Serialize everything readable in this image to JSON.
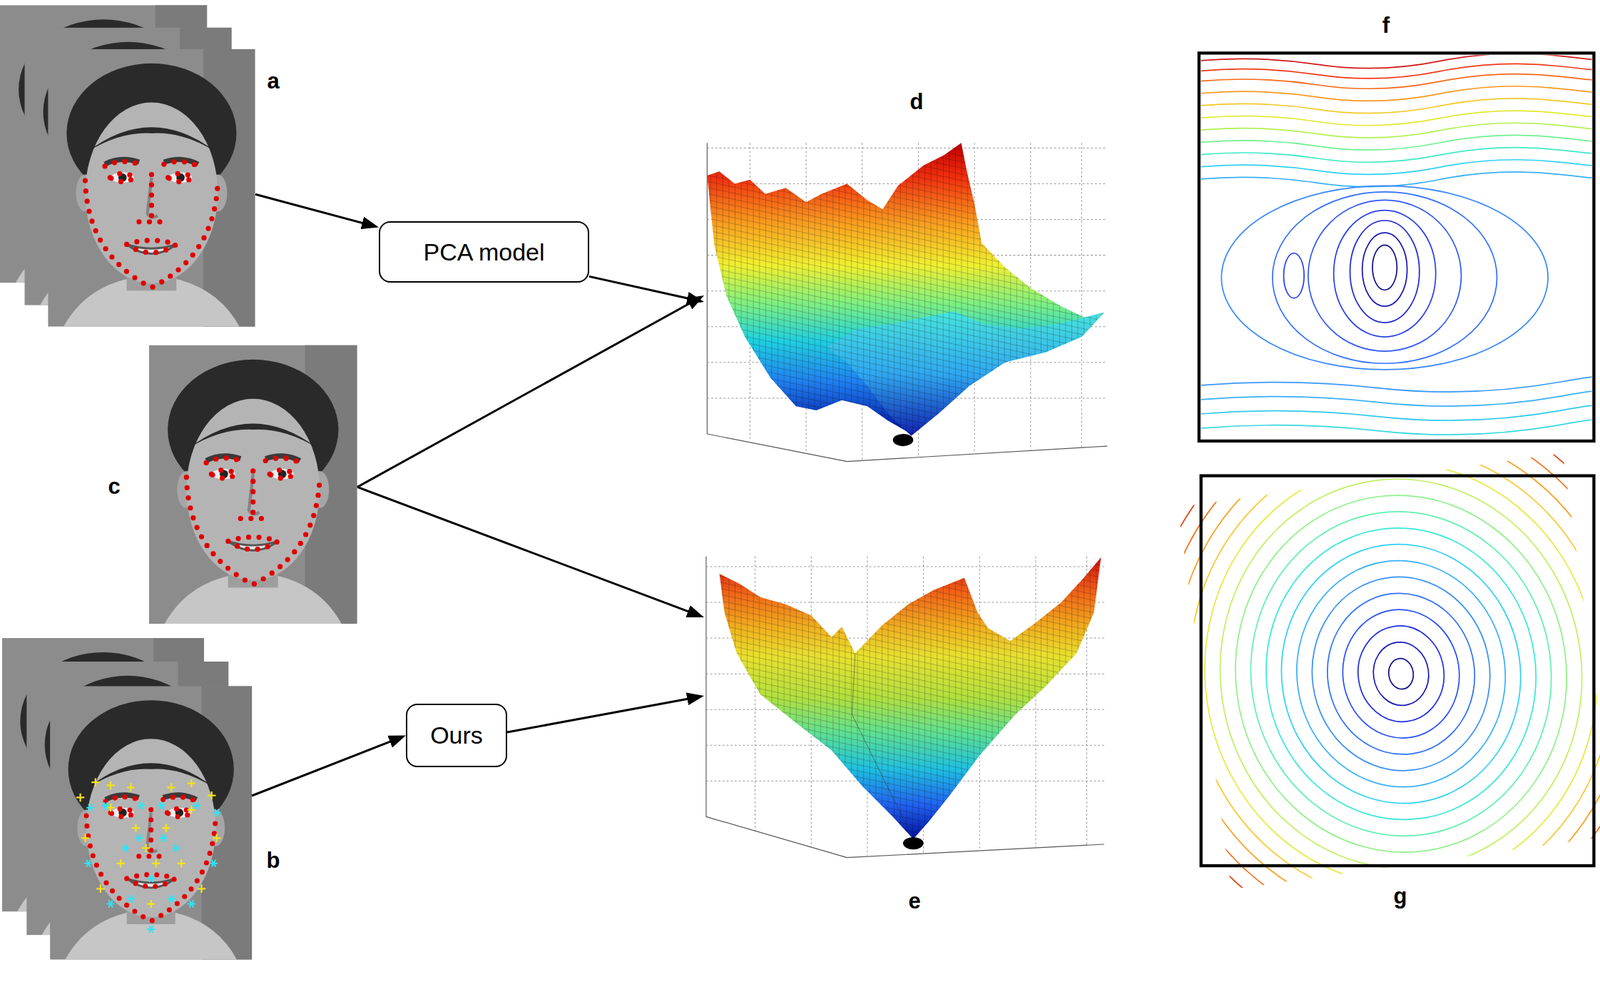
{
  "diagram": {
    "nodes": [
      {
        "text": [
          "a"
        ]
      },
      {
        "text": [
          "PCA model"
        ]
      },
      {
        "text": [
          "c"
        ]
      },
      {
        "text": [
          "b"
        ]
      },
      {
        "text": [
          "Ours"
        ]
      },
      {
        "text": [
          "d"
        ]
      },
      {
        "text": [
          "e"
        ]
      },
      {
        "text": [
          "f"
        ]
      },
      {
        "text": [
          "g"
        ]
      }
    ],
    "edges": [
      {
        "from": 0,
        "to": 1,
        "arrow": "to"
      },
      {
        "from": 1,
        "to": 5,
        "arrow": "to"
      },
      {
        "from": 2,
        "to": 5,
        "arrow": "to"
      },
      {
        "from": 2,
        "to": 6,
        "arrow": "to"
      },
      {
        "from": 3,
        "to": 4,
        "arrow": "to"
      },
      {
        "from": 4,
        "to": 6,
        "arrow": "to"
      }
    ]
  }
}
